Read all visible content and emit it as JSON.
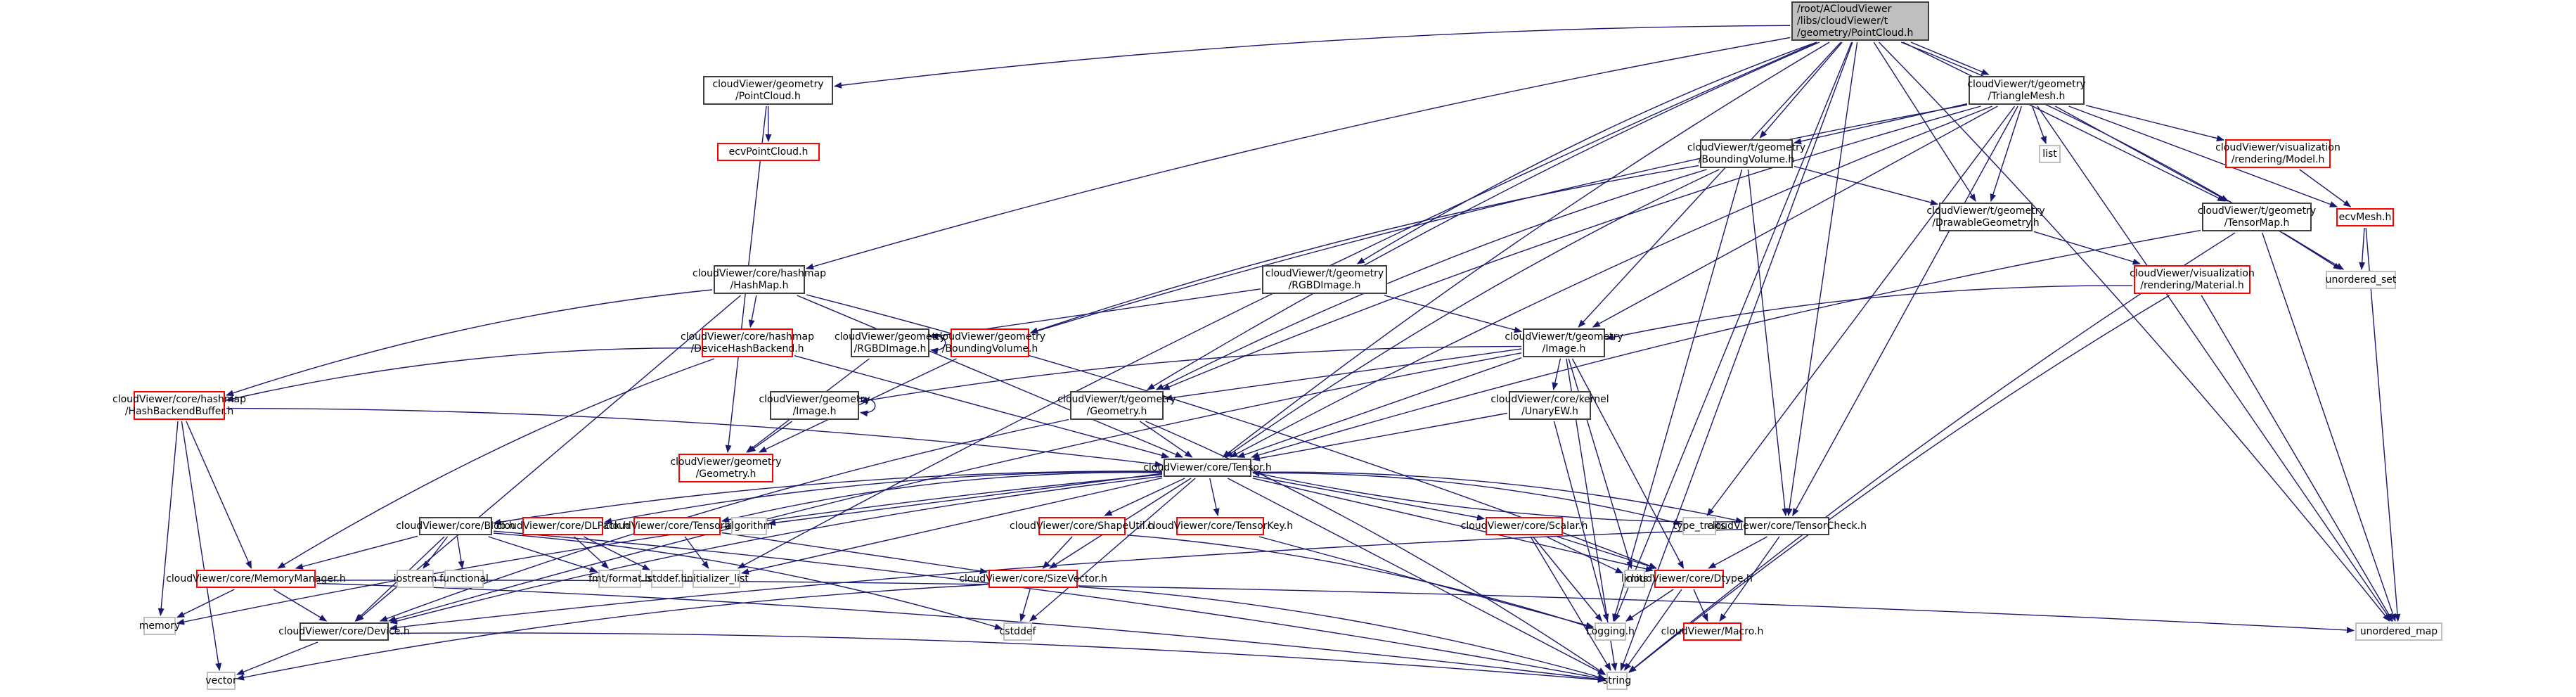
{
  "diagram": {
    "title": "Include dependency graph for PointCloud.h",
    "edge_color": "#191970",
    "legend_colors": {
      "root_fill": "#bfbfbf",
      "documented_border": "#404040",
      "undocumented_border": "#ff0000",
      "system_border": "#bfbfbf"
    },
    "nodes": [
      {
        "id": "root",
        "kind": "root",
        "lines": [
          "/root/ACloudViewer",
          "/libs/cloudViewer/t",
          "/geometry/PointCloud.h"
        ]
      },
      {
        "id": "g_pointcloud",
        "kind": "doc",
        "lines": [
          "cloudViewer/geometry",
          "/PointCloud.h"
        ]
      },
      {
        "id": "ecvpointcloud",
        "kind": "red",
        "lines": [
          "ecvPointCloud.h"
        ]
      },
      {
        "id": "t_trianglemesh",
        "kind": "doc",
        "lines": [
          "cloudViewer/t/geometry",
          "/TriangleMesh.h"
        ]
      },
      {
        "id": "list",
        "kind": "sys",
        "lines": [
          "list"
        ]
      },
      {
        "id": "vis_model",
        "kind": "red",
        "lines": [
          "cloudViewer/visualization",
          "/rendering/Model.h"
        ]
      },
      {
        "id": "t_boundingvolume",
        "kind": "doc",
        "lines": [
          "cloudViewer/t/geometry",
          "/BoundingVolume.h"
        ]
      },
      {
        "id": "t_drawablegeometry",
        "kind": "doc",
        "lines": [
          "cloudViewer/t/geometry",
          "/DrawableGeometry.h"
        ]
      },
      {
        "id": "t_tensormap",
        "kind": "doc",
        "lines": [
          "cloudViewer/t/geometry",
          "/TensorMap.h"
        ]
      },
      {
        "id": "ecvmesh",
        "kind": "red",
        "lines": [
          "ecvMesh.h"
        ]
      },
      {
        "id": "unordered_set",
        "kind": "sys",
        "lines": [
          "unordered_set"
        ]
      },
      {
        "id": "vis_material",
        "kind": "red",
        "lines": [
          "cloudViewer/visualization",
          "/rendering/Material.h"
        ]
      },
      {
        "id": "hashmap",
        "kind": "doc",
        "lines": [
          "cloudViewer/core/hashmap",
          "/HashMap.h"
        ]
      },
      {
        "id": "t_rgbdimage",
        "kind": "doc",
        "lines": [
          "cloudViewer/t/geometry",
          "/RGBDImage.h"
        ]
      },
      {
        "id": "devicehashbackend",
        "kind": "red",
        "lines": [
          "cloudViewer/core/hashmap",
          "/DeviceHashBackend.h"
        ]
      },
      {
        "id": "g_rgbdimage",
        "kind": "doc",
        "lines": [
          "cloudViewer/geometry",
          "/RGBDImage.h"
        ]
      },
      {
        "id": "g_boundingvolume",
        "kind": "red",
        "lines": [
          "cloudViewer/geometry",
          "/BoundingVolume.h"
        ]
      },
      {
        "id": "t_image",
        "kind": "doc",
        "lines": [
          "cloudViewer/t/geometry",
          "/Image.h"
        ]
      },
      {
        "id": "hashbackendbuffer",
        "kind": "red",
        "lines": [
          "cloudViewer/core/hashmap",
          "/HashBackendBuffer.h"
        ]
      },
      {
        "id": "g_image",
        "kind": "doc",
        "lines": [
          "cloudViewer/geometry",
          "/Image.h"
        ]
      },
      {
        "id": "t_geometry",
        "kind": "doc",
        "lines": [
          "cloudViewer/t/geometry",
          "/Geometry.h"
        ]
      },
      {
        "id": "unaryew",
        "kind": "doc",
        "lines": [
          "cloudViewer/core/kernel",
          "/UnaryEW.h"
        ]
      },
      {
        "id": "g_geometry",
        "kind": "red",
        "lines": [
          "cloudViewer/geometry",
          "/Geometry.h"
        ]
      },
      {
        "id": "tensor",
        "kind": "doc",
        "lines": [
          "cloudViewer/core/Tensor.h"
        ]
      },
      {
        "id": "blob",
        "kind": "doc",
        "lines": [
          "cloudViewer/core/Blob.h"
        ]
      },
      {
        "id": "dlpack",
        "kind": "red",
        "lines": [
          "cloudViewer/core/DLPack.h"
        ]
      },
      {
        "id": "tensorinit",
        "kind": "red",
        "lines": [
          "cloudViewer/core/TensorInit.h"
        ]
      },
      {
        "id": "algorithm",
        "kind": "sys",
        "lines": [
          "algorithm"
        ]
      },
      {
        "id": "shapeutil",
        "kind": "red",
        "lines": [
          "cloudViewer/core/ShapeUtil.h"
        ]
      },
      {
        "id": "tensorkey",
        "kind": "red",
        "lines": [
          "cloudViewer/core/TensorKey.h"
        ]
      },
      {
        "id": "scalar",
        "kind": "red",
        "lines": [
          "cloudViewer/core/Scalar.h"
        ]
      },
      {
        "id": "type_traits",
        "kind": "sys",
        "lines": [
          "type_traits"
        ]
      },
      {
        "id": "tensorcheck",
        "kind": "doc",
        "lines": [
          "cloudViewer/core/TensorCheck.h"
        ]
      },
      {
        "id": "memorymanager",
        "kind": "red",
        "lines": [
          "cloudViewer/core/MemoryManager.h"
        ]
      },
      {
        "id": "iostream",
        "kind": "sys",
        "lines": [
          "iostream"
        ]
      },
      {
        "id": "functional",
        "kind": "sys",
        "lines": [
          "functional"
        ]
      },
      {
        "id": "fmt_format",
        "kind": "sys",
        "lines": [
          "fmt/format.h"
        ]
      },
      {
        "id": "stddef",
        "kind": "sys",
        "lines": [
          "stddef.h"
        ]
      },
      {
        "id": "initializer_list",
        "kind": "sys",
        "lines": [
          "initializer_list"
        ]
      },
      {
        "id": "sizevector",
        "kind": "red",
        "lines": [
          "cloudViewer/core/SizeVector.h"
        ]
      },
      {
        "id": "limits",
        "kind": "sys",
        "lines": [
          "limits"
        ]
      },
      {
        "id": "dtype",
        "kind": "red",
        "lines": [
          "cloudViewer/core/Dtype.h"
        ]
      },
      {
        "id": "memory",
        "kind": "sys",
        "lines": [
          "memory"
        ]
      },
      {
        "id": "device",
        "kind": "doc",
        "lines": [
          "cloudViewer/core/Device.h"
        ]
      },
      {
        "id": "cstddef",
        "kind": "sys",
        "lines": [
          "cstddef"
        ]
      },
      {
        "id": "logging",
        "kind": "sys",
        "lines": [
          "Logging.h"
        ]
      },
      {
        "id": "macro",
        "kind": "red",
        "lines": [
          "cloudViewer/Macro.h"
        ]
      },
      {
        "id": "unordered_map",
        "kind": "sys",
        "lines": [
          "unordered_map"
        ]
      },
      {
        "id": "vector",
        "kind": "sys",
        "lines": [
          "vector"
        ]
      },
      {
        "id": "string",
        "kind": "sys",
        "lines": [
          "string"
        ]
      }
    ],
    "edges": [
      [
        "root",
        "g_pointcloud"
      ],
      [
        "root",
        "t_trianglemesh"
      ],
      [
        "root",
        "hashmap"
      ],
      [
        "root",
        "t_rgbdimage"
      ],
      [
        "root",
        "t_boundingvolume"
      ],
      [
        "root",
        "t_drawablegeometry"
      ],
      [
        "root",
        "t_tensormap"
      ],
      [
        "root",
        "t_image"
      ],
      [
        "root",
        "t_geometry"
      ],
      [
        "root",
        "tensor"
      ],
      [
        "root",
        "unordered_set"
      ],
      [
        "root",
        "unordered_map"
      ],
      [
        "root",
        "string"
      ],
      [
        "root",
        "logging"
      ],
      [
        "root",
        "tensorcheck"
      ],
      [
        "root",
        "initializer_list"
      ],
      [
        "g_pointcloud",
        "ecvpointcloud"
      ],
      [
        "g_pointcloud",
        "g_geometry"
      ],
      [
        "t_trianglemesh",
        "list"
      ],
      [
        "t_trianglemesh",
        "vis_model"
      ],
      [
        "t_trianglemesh",
        "t_boundingvolume"
      ],
      [
        "t_trianglemesh",
        "t_drawablegeometry"
      ],
      [
        "t_trianglemesh",
        "t_tensormap"
      ],
      [
        "t_trianglemesh",
        "ecvmesh"
      ],
      [
        "t_trianglemesh",
        "t_image"
      ],
      [
        "t_trianglemesh",
        "t_geometry"
      ],
      [
        "t_trianglemesh",
        "tensor"
      ],
      [
        "t_trianglemesh",
        "tensorcheck"
      ],
      [
        "t_trianglemesh",
        "type_traits"
      ],
      [
        "t_trianglemesh",
        "unordered_map"
      ],
      [
        "t_trianglemesh",
        "g_boundingvolume"
      ],
      [
        "vis_model",
        "ecvmesh"
      ],
      [
        "t_boundingvolume",
        "t_drawablegeometry"
      ],
      [
        "t_boundingvolume",
        "t_geometry"
      ],
      [
        "t_boundingvolume",
        "tensor"
      ],
      [
        "t_boundingvolume",
        "tensorcheck"
      ],
      [
        "t_boundingvolume",
        "logging"
      ],
      [
        "t_boundingvolume",
        "g_boundingvolume"
      ],
      [
        "t_drawablegeometry",
        "vis_material"
      ],
      [
        "t_tensormap",
        "unordered_set"
      ],
      [
        "t_tensormap",
        "unordered_map"
      ],
      [
        "t_tensormap",
        "string"
      ],
      [
        "t_tensormap",
        "tensor"
      ],
      [
        "ecvmesh",
        "unordered_set"
      ],
      [
        "ecvmesh",
        "unordered_map"
      ],
      [
        "vis_material",
        "t_image"
      ],
      [
        "vis_material",
        "unordered_map"
      ],
      [
        "vis_material",
        "string"
      ],
      [
        "hashmap",
        "devicehashbackend"
      ],
      [
        "hashmap",
        "hashbackendbuffer"
      ],
      [
        "hashmap",
        "tensor"
      ],
      [
        "hashmap",
        "device"
      ],
      [
        "hashmap",
        "dtype"
      ],
      [
        "t_rgbdimage",
        "t_image"
      ],
      [
        "t_rgbdimage",
        "g_rgbdimage"
      ],
      [
        "devicehashbackend",
        "hashbackendbuffer"
      ],
      [
        "devicehashbackend",
        "memorymanager"
      ],
      [
        "devicehashbackend",
        "tensor"
      ],
      [
        "g_rgbdimage",
        "g_rgbdimage"
      ],
      [
        "g_rgbdimage",
        "g_geometry"
      ],
      [
        "g_boundingvolume",
        "g_geometry"
      ],
      [
        "t_image",
        "unaryew"
      ],
      [
        "t_image",
        "t_geometry"
      ],
      [
        "t_image",
        "tensor"
      ],
      [
        "t_image",
        "g_image"
      ],
      [
        "t_image",
        "dtype"
      ],
      [
        "t_image",
        "limits"
      ],
      [
        "t_image",
        "string"
      ],
      [
        "t_image",
        "device"
      ],
      [
        "hashbackendbuffer",
        "tensor"
      ],
      [
        "hashbackendbuffer",
        "memorymanager"
      ],
      [
        "hashbackendbuffer",
        "memory"
      ],
      [
        "hashbackendbuffer",
        "vector"
      ],
      [
        "g_image",
        "g_image"
      ],
      [
        "g_image",
        "g_geometry"
      ],
      [
        "t_geometry",
        "tensor"
      ],
      [
        "t_geometry",
        "device"
      ],
      [
        "t_geometry",
        "string"
      ],
      [
        "unaryew",
        "tensor"
      ],
      [
        "unaryew",
        "logging"
      ],
      [
        "tensor",
        "blob"
      ],
      [
        "tensor",
        "dlpack"
      ],
      [
        "tensor",
        "tensorinit"
      ],
      [
        "tensor",
        "algorithm"
      ],
      [
        "tensor",
        "shapeutil"
      ],
      [
        "tensor",
        "tensorkey"
      ],
      [
        "tensor",
        "scalar"
      ],
      [
        "tensor",
        "type_traits"
      ],
      [
        "tensor",
        "tensorcheck"
      ],
      [
        "tensor",
        "sizevector"
      ],
      [
        "tensor",
        "dtype"
      ],
      [
        "tensor",
        "device"
      ],
      [
        "tensor",
        "cstddef"
      ],
      [
        "tensor",
        "string"
      ],
      [
        "tensor",
        "memory"
      ],
      [
        "tensor",
        "initializer_list"
      ],
      [
        "blob",
        "memorymanager"
      ],
      [
        "blob",
        "device"
      ],
      [
        "blob",
        "iostream"
      ],
      [
        "blob",
        "functional"
      ],
      [
        "blob",
        "fmt_format"
      ],
      [
        "blob",
        "cstddef"
      ],
      [
        "blob",
        "string"
      ],
      [
        "dlpack",
        "fmt_format"
      ],
      [
        "dlpack",
        "stddef"
      ],
      [
        "tensorinit",
        "initializer_list"
      ],
      [
        "tensorinit",
        "sizevector"
      ],
      [
        "shapeutil",
        "sizevector"
      ],
      [
        "shapeutil",
        "logging"
      ],
      [
        "tensorkey",
        "logging"
      ],
      [
        "scalar",
        "dtype"
      ],
      [
        "scalar",
        "limits"
      ],
      [
        "scalar",
        "logging"
      ],
      [
        "scalar",
        "string"
      ],
      [
        "tensorcheck",
        "dtype"
      ],
      [
        "tensorcheck",
        "device"
      ],
      [
        "tensorcheck",
        "macro"
      ],
      [
        "tensorcheck",
        "tensor"
      ],
      [
        "memorymanager",
        "device"
      ],
      [
        "memorymanager",
        "memory"
      ],
      [
        "memorymanager",
        "unordered_map"
      ],
      [
        "memorymanager",
        "string"
      ],
      [
        "sizevector",
        "cstddef"
      ],
      [
        "sizevector",
        "vector"
      ],
      [
        "sizevector",
        "string"
      ],
      [
        "dtype",
        "logging"
      ],
      [
        "dtype",
        "macro"
      ],
      [
        "dtype",
        "string"
      ],
      [
        "device",
        "vector"
      ],
      [
        "device",
        "string"
      ]
    ]
  }
}
